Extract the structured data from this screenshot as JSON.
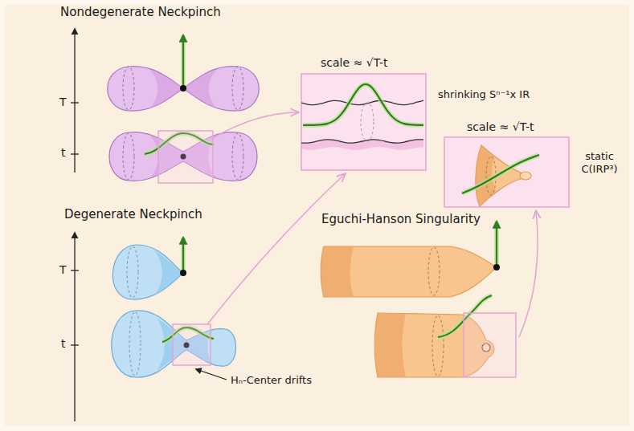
{
  "diagram": {
    "nodes": [
      {
        "text": [
          "scale ≈ √T-t",
          "shrinking Sⁿ⁻¹x IR"
        ]
      },
      {
        "text": [
          "scale ≈ √T-t",
          "static C(IRP³)"
        ]
      }
    ],
    "labels": [
      "Nondegenerate Neckpinch",
      "T",
      "t",
      "Degenerate Neckpinch",
      "T",
      "t",
      "Eguchi-Hanson Singularity",
      "Hₙ-Center drifts"
    ]
  }
}
